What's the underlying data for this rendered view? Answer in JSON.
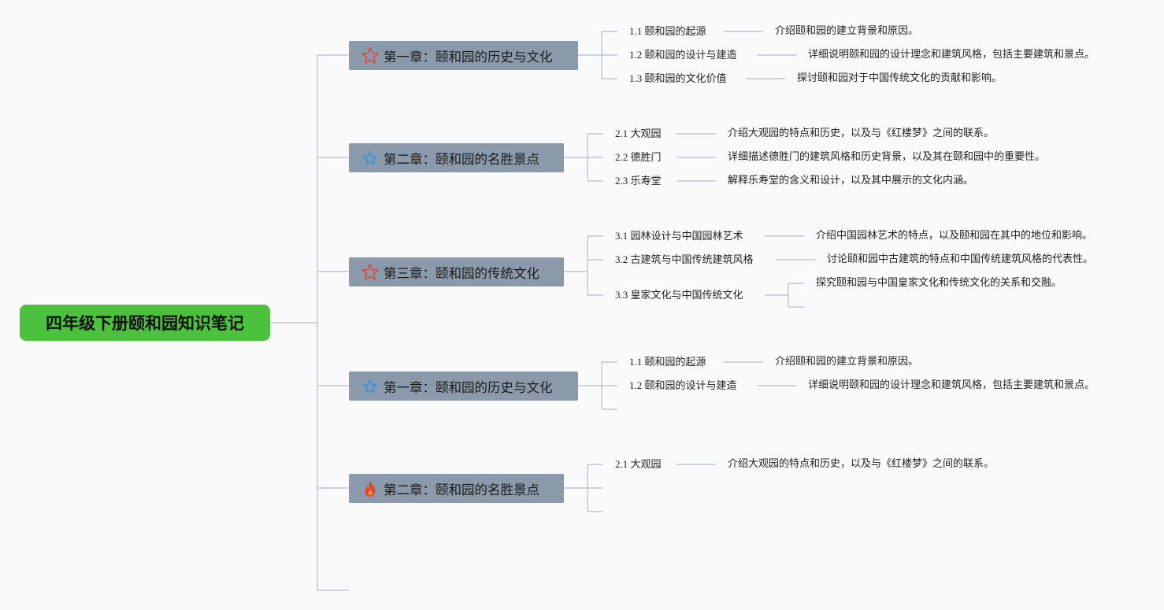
{
  "root": {
    "title": "四年级下册颐和园知识笔记"
  },
  "chapters": [
    {
      "title": "第一章：颐和园的历史与文化",
      "icon": "star-red-icon",
      "items": [
        {
          "label": "1.1 颐和园的起源",
          "desc": "介绍颐和园的建立背景和原因。"
        },
        {
          "label": "1.2 颐和园的设计与建造",
          "desc": "详细说明颐和园的设计理念和建筑风格，包括主要建筑和景点。"
        },
        {
          "label": "1.3 颐和园的文化价值",
          "desc": "探讨颐和园对于中国传统文化的贡献和影响。"
        }
      ]
    },
    {
      "title": "第二章：颐和园的名胜景点",
      "icon": "star-blue-icon",
      "items": [
        {
          "label": "2.1 大观园",
          "desc": "介绍大观园的特点和历史，以及与《红楼梦》之间的联系。"
        },
        {
          "label": "2.2 德胜门",
          "desc": "详细描述德胜门的建筑风格和历史背景，以及其在颐和园中的重要性。"
        },
        {
          "label": "2.3 乐寿堂",
          "desc": "解释乐寿堂的含义和设计，以及其中展示的文化内涵。"
        }
      ]
    },
    {
      "title": "第三章：颐和园的传统文化",
      "icon": "star-red-icon",
      "items": [
        {
          "label": "3.1 园林设计与中国园林艺术",
          "desc": "介绍中国园林艺术的特点，以及颐和园在其中的地位和影响。"
        },
        {
          "label": "3.2 古建筑与中国传统建筑风格",
          "desc": "讨论颐和园中古建筑的特点和中国传统建筑风格的代表性。"
        },
        {
          "label": "3.3 皇家文化与中国传统文化",
          "desc": "探究颐和园与中国皇家文化和传统文化的关系和交融。"
        }
      ]
    },
    {
      "title": "第一章：颐和园的历史与文化",
      "icon": "star-blue-icon",
      "items": [
        {
          "label": "1.1 颐和园的起源",
          "desc": "介绍颐和园的建立背景和原因。"
        },
        {
          "label": "1.2 颐和园的设计与建造",
          "desc": "详细说明颐和园的设计理念和建筑风格，包括主要建筑和景点。"
        },
        {
          "label": "",
          "desc": ""
        }
      ]
    },
    {
      "title": "第二章：颐和园的名胜景点",
      "icon": "fire-icon",
      "items": [
        {
          "label": "2.1 大观园",
          "desc": "介绍大观园的特点和历史，以及与《红楼梦》之间的联系。"
        },
        {
          "label": "",
          "desc": ""
        },
        {
          "label": "",
          "desc": ""
        }
      ]
    }
  ],
  "colors": {
    "root_fill": "#4cc13d",
    "chapter_fill": "#8a9aaa",
    "line": "#b5c0cc",
    "star_red": "#e0463c",
    "star_blue": "#3a8fd8",
    "fire": "#e8432b"
  }
}
